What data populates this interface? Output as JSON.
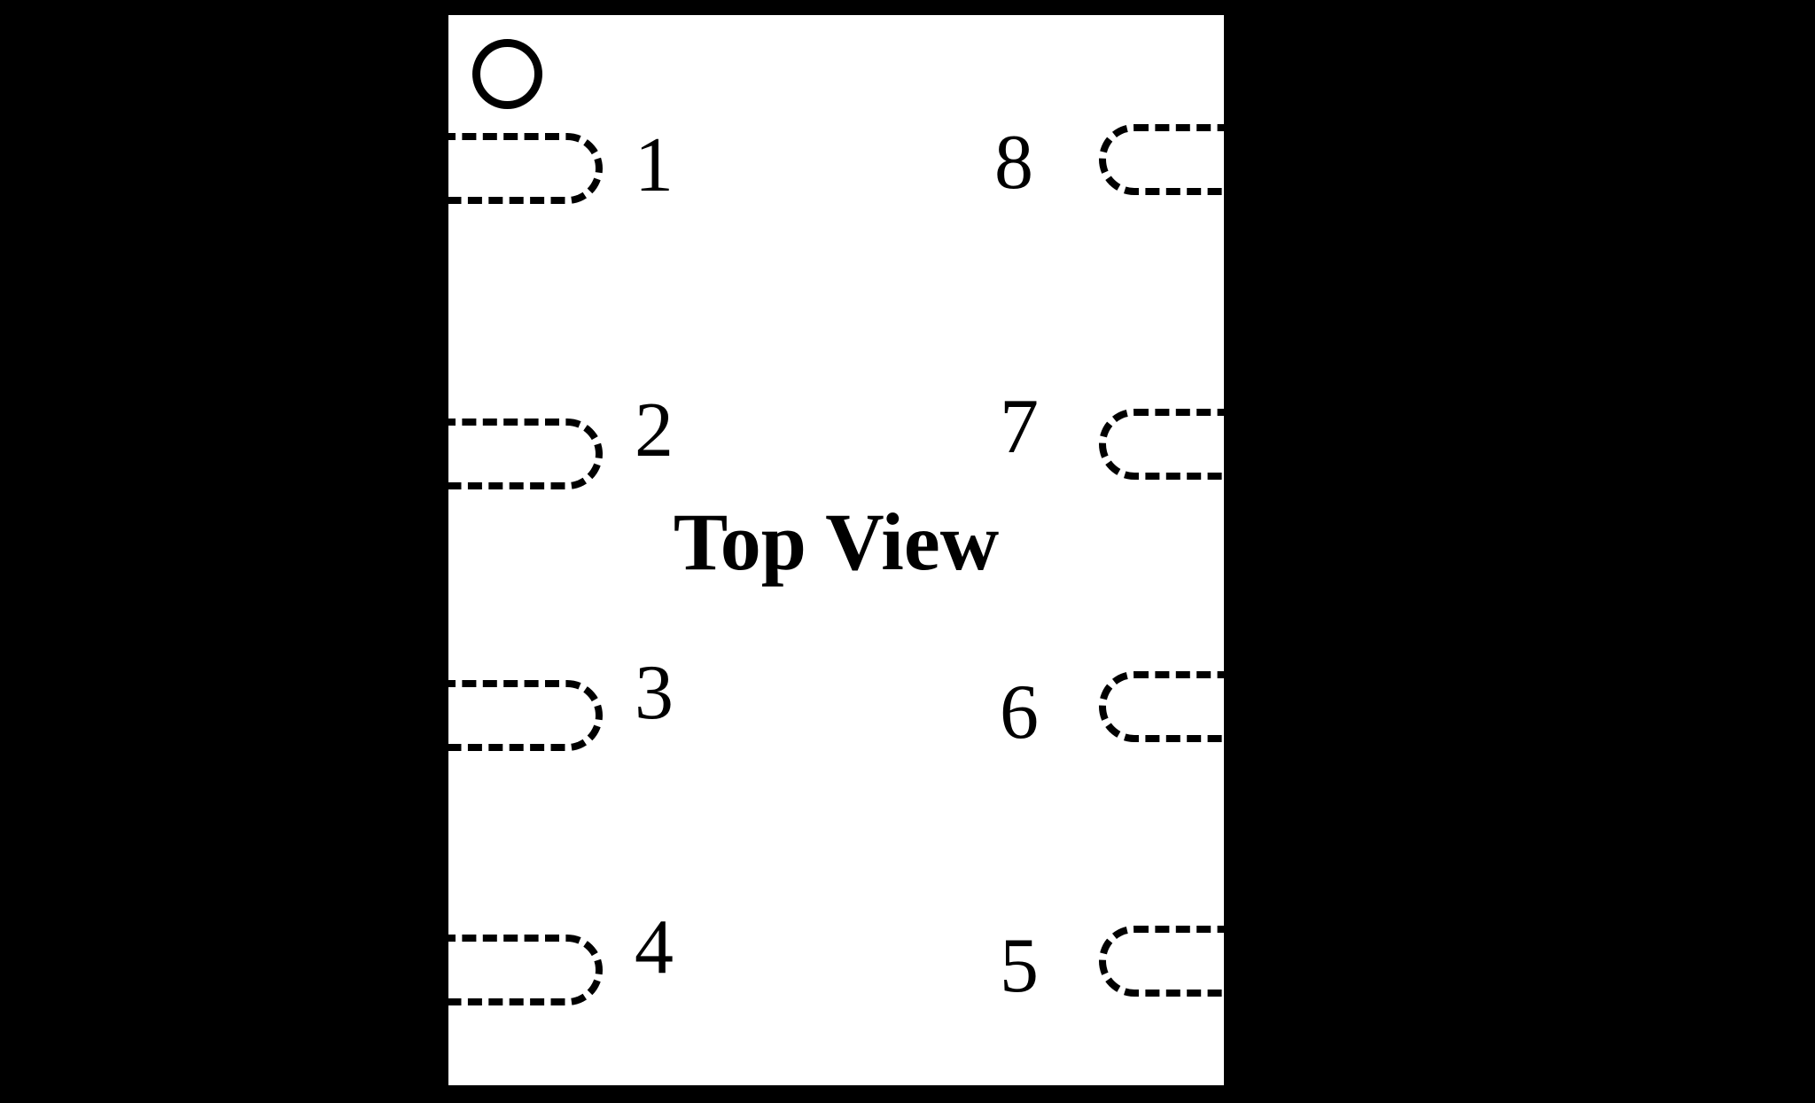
{
  "diagram": {
    "title": "Top View",
    "center_label": "Top View",
    "package_type": "8-pin dual-row package outline",
    "body_color": "#ffffff",
    "background_color": "#000000",
    "line_color": "#000000",
    "pin_count": 8,
    "pin1_marker": "pin-1-orientation-circle",
    "pins_left": [
      {
        "number": "1",
        "side": "left",
        "row": 1
      },
      {
        "number": "2",
        "side": "left",
        "row": 2
      },
      {
        "number": "3",
        "side": "left",
        "row": 3
      },
      {
        "number": "4",
        "side": "left",
        "row": 4
      }
    ],
    "pins_right": [
      {
        "number": "8",
        "side": "right",
        "row": 1
      },
      {
        "number": "7",
        "side": "right",
        "row": 2
      },
      {
        "number": "6",
        "side": "right",
        "row": 3
      },
      {
        "number": "5",
        "side": "right",
        "row": 4
      }
    ]
  }
}
